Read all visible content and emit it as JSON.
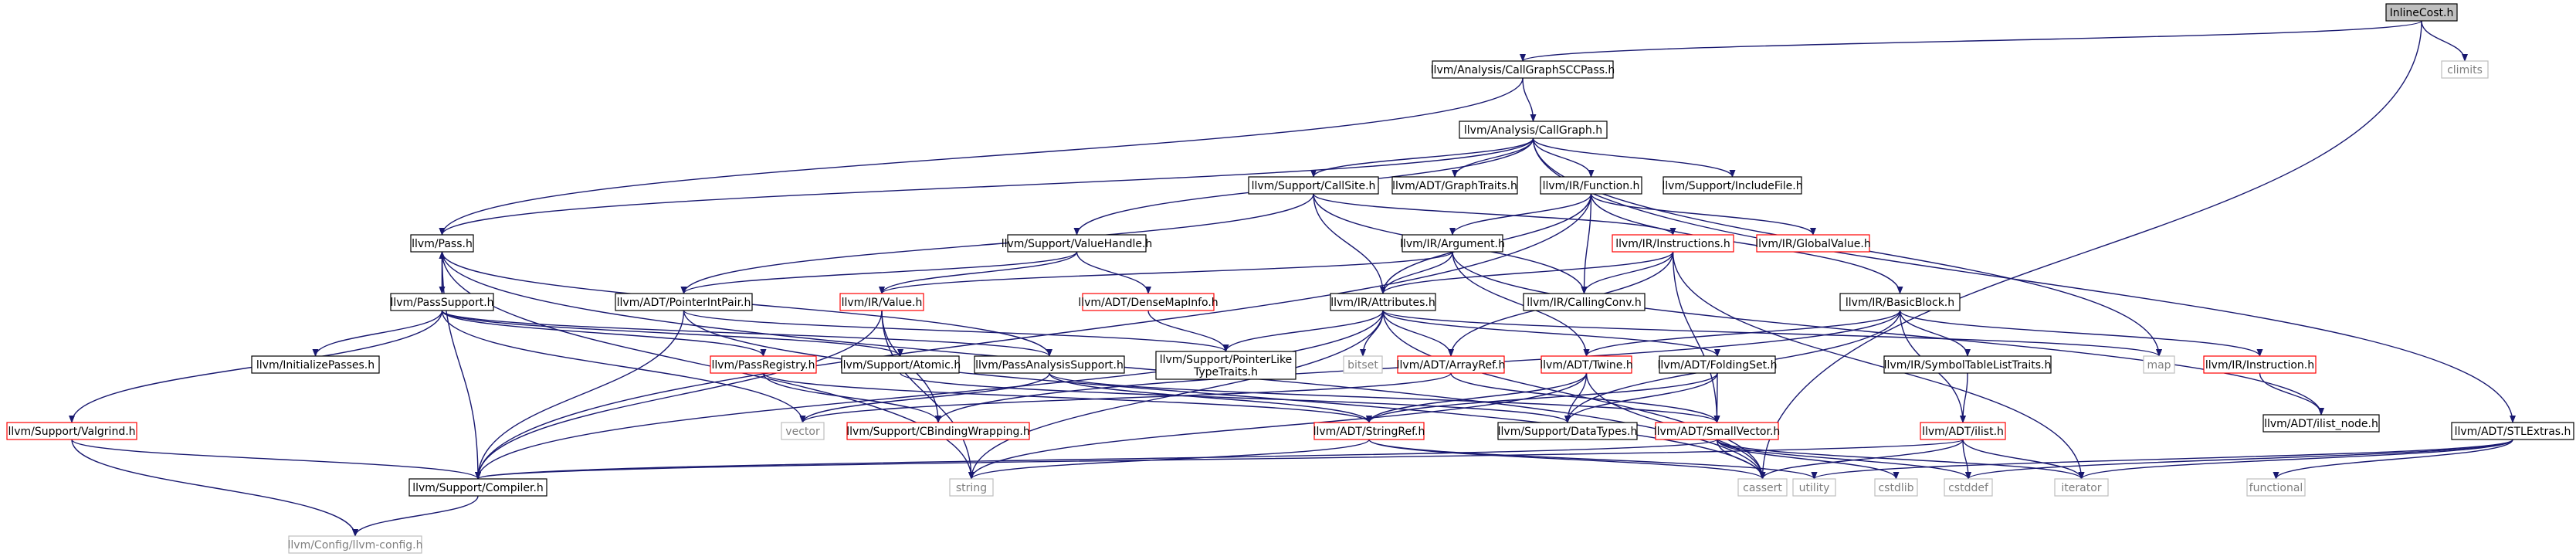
{
  "diagram": {
    "nodes": [
      {
        "id": "InlineCost",
        "label": "InlineCost.h",
        "style": "root"
      },
      {
        "id": "CGSCC",
        "label": "llvm/Analysis/CallGraphSCCPass.h",
        "style": "normal"
      },
      {
        "id": "climits",
        "label": "climits",
        "style": "gray"
      },
      {
        "id": "CallGraph",
        "label": "llvm/Analysis/CallGraph.h",
        "style": "normal"
      },
      {
        "id": "CallSite",
        "label": "llvm/Support/CallSite.h",
        "style": "normal"
      },
      {
        "id": "GraphTraits",
        "label": "llvm/ADT/GraphTraits.h",
        "style": "normal"
      },
      {
        "id": "Function",
        "label": "llvm/IR/Function.h",
        "style": "normal"
      },
      {
        "id": "IncludeFile",
        "label": "llvm/Support/IncludeFile.h",
        "style": "normal"
      },
      {
        "id": "Pass",
        "label": "llvm/Pass.h",
        "style": "normal"
      },
      {
        "id": "ValueHandle",
        "label": "llvm/Support/ValueHandle.h",
        "style": "normal"
      },
      {
        "id": "Argument",
        "label": "llvm/IR/Argument.h",
        "style": "normal"
      },
      {
        "id": "Instructions",
        "label": "llvm/IR/Instructions.h",
        "style": "red"
      },
      {
        "id": "GlobalValue",
        "label": "llvm/IR/GlobalValue.h",
        "style": "red"
      },
      {
        "id": "PassSupport",
        "label": "llvm/PassSupport.h",
        "style": "normal"
      },
      {
        "id": "PointerIntPair",
        "label": "llvm/ADT/PointerIntPair.h",
        "style": "normal"
      },
      {
        "id": "Value",
        "label": "llvm/IR/Value.h",
        "style": "red"
      },
      {
        "id": "DenseMapInfo",
        "label": "llvm/ADT/DenseMapInfo.h",
        "style": "red"
      },
      {
        "id": "Attributes",
        "label": "llvm/IR/Attributes.h",
        "style": "normal"
      },
      {
        "id": "CallingConv",
        "label": "llvm/IR/CallingConv.h",
        "style": "normal"
      },
      {
        "id": "BasicBlock",
        "label": "llvm/IR/BasicBlock.h",
        "style": "normal"
      },
      {
        "id": "InitializePasses",
        "label": "llvm/InitializePasses.h",
        "style": "normal"
      },
      {
        "id": "PassRegistry",
        "label": "llvm/PassRegistry.h",
        "style": "red"
      },
      {
        "id": "Atomic",
        "label": "llvm/Support/Atomic.h",
        "style": "normal"
      },
      {
        "id": "PassAnalysisSupport",
        "label": "llvm/PassAnalysisSupport.h",
        "style": "normal"
      },
      {
        "id": "PointerLikeTypeTraits",
        "label": [
          "llvm/Support/PointerLike",
          "TypeTraits.h"
        ],
        "style": "normal"
      },
      {
        "id": "bitset",
        "label": "bitset",
        "style": "gray"
      },
      {
        "id": "ArrayRef",
        "label": "llvm/ADT/ArrayRef.h",
        "style": "red"
      },
      {
        "id": "Twine",
        "label": "llvm/ADT/Twine.h",
        "style": "red"
      },
      {
        "id": "FoldingSet",
        "label": "llvm/ADT/FoldingSet.h",
        "style": "normal"
      },
      {
        "id": "SymbolTableListTraits",
        "label": "llvm/IR/SymbolTableListTraits.h",
        "style": "normal"
      },
      {
        "id": "map",
        "label": "map",
        "style": "gray"
      },
      {
        "id": "Instruction",
        "label": "llvm/IR/Instruction.h",
        "style": "red"
      },
      {
        "id": "ilist_node",
        "label": "llvm/ADT/ilist_node.h",
        "style": "normal"
      },
      {
        "id": "Valgrind",
        "label": "llvm/Support/Valgrind.h",
        "style": "red"
      },
      {
        "id": "vector",
        "label": "vector",
        "style": "gray"
      },
      {
        "id": "CBindingWrapping",
        "label": "llvm/Support/CBindingWrapping.h",
        "style": "red"
      },
      {
        "id": "StringRef",
        "label": "llvm/ADT/StringRef.h",
        "style": "red"
      },
      {
        "id": "DataTypes",
        "label": "llvm/Support/DataTypes.h",
        "style": "normal"
      },
      {
        "id": "SmallVector",
        "label": "llvm/ADT/SmallVector.h",
        "style": "red"
      },
      {
        "id": "ilist",
        "label": "llvm/ADT/ilist.h",
        "style": "red"
      },
      {
        "id": "STLExtras",
        "label": "llvm/ADT/STLExtras.h",
        "style": "normal"
      },
      {
        "id": "Compiler",
        "label": "llvm/Support/Compiler.h",
        "style": "normal"
      },
      {
        "id": "string",
        "label": "string",
        "style": "gray"
      },
      {
        "id": "cassert",
        "label": "cassert",
        "style": "gray"
      },
      {
        "id": "utility",
        "label": "utility",
        "style": "gray"
      },
      {
        "id": "cstdlib",
        "label": "cstdlib",
        "style": "gray"
      },
      {
        "id": "cstddef",
        "label": "cstddef",
        "style": "gray"
      },
      {
        "id": "iterator",
        "label": "iterator",
        "style": "gray"
      },
      {
        "id": "functional",
        "label": "functional",
        "style": "gray"
      },
      {
        "id": "llvmconfig",
        "label": "llvm/Config/llvm-config.h",
        "style": "gray"
      }
    ],
    "edges": [
      [
        "InlineCost",
        "CGSCC"
      ],
      [
        "InlineCost",
        "climits"
      ],
      [
        "InlineCost",
        "cassert"
      ],
      [
        "CGSCC",
        "CallGraph"
      ],
      [
        "CGSCC",
        "Pass"
      ],
      [
        "CallGraph",
        "CallSite"
      ],
      [
        "CallGraph",
        "GraphTraits"
      ],
      [
        "CallGraph",
        "Function"
      ],
      [
        "CallGraph",
        "IncludeFile"
      ],
      [
        "CallGraph",
        "Pass"
      ],
      [
        "CallGraph",
        "ValueHandle"
      ],
      [
        "CallGraph",
        "map"
      ],
      [
        "CallGraph",
        "STLExtras"
      ],
      [
        "CallSite",
        "Attributes"
      ],
      [
        "CallSite",
        "CallingConv"
      ],
      [
        "CallSite",
        "Instructions"
      ],
      [
        "CallSite",
        "PointerIntPair"
      ],
      [
        "Function",
        "Argument"
      ],
      [
        "Function",
        "Attributes"
      ],
      [
        "Function",
        "BasicBlock"
      ],
      [
        "Function",
        "CallingConv"
      ],
      [
        "Function",
        "GlobalValue"
      ],
      [
        "Function",
        "Compiler"
      ],
      [
        "Pass",
        "PassSupport"
      ],
      [
        "Pass",
        "Compiler"
      ],
      [
        "Pass",
        "string"
      ],
      [
        "Pass",
        "cassert"
      ],
      [
        "PassSupport",
        "Pass"
      ],
      [
        "PassSupport",
        "InitializePasses"
      ],
      [
        "PassSupport",
        "PassRegistry"
      ],
      [
        "PassSupport",
        "Atomic"
      ],
      [
        "PassSupport",
        "PassAnalysisSupport"
      ],
      [
        "PassSupport",
        "Valgrind"
      ],
      [
        "PassSupport",
        "vector"
      ],
      [
        "PassAnalysisSupport",
        "Pass"
      ],
      [
        "PassAnalysisSupport",
        "StringRef"
      ],
      [
        "PassAnalysisSupport",
        "SmallVector"
      ],
      [
        "PassAnalysisSupport",
        "vector"
      ],
      [
        "PassRegistry",
        "CBindingWrapping"
      ],
      [
        "PassRegistry",
        "StringRef"
      ],
      [
        "Atomic",
        "DataTypes"
      ],
      [
        "ValueHandle",
        "DenseMapInfo"
      ],
      [
        "ValueHandle",
        "PointerIntPair"
      ],
      [
        "ValueHandle",
        "Value"
      ],
      [
        "DenseMapInfo",
        "PointerLikeTypeTraits"
      ],
      [
        "PointerIntPair",
        "PointerLikeTypeTraits"
      ],
      [
        "PointerIntPair",
        "Compiler"
      ],
      [
        "PointerIntPair",
        "cassert"
      ],
      [
        "Argument",
        "Attributes"
      ],
      [
        "Argument",
        "Value"
      ],
      [
        "Argument",
        "Twine"
      ],
      [
        "Argument",
        "ilist_node"
      ],
      [
        "Instructions",
        "Attributes"
      ],
      [
        "Instructions",
        "CallingConv"
      ],
      [
        "Instructions",
        "ArrayRef"
      ],
      [
        "Instructions",
        "SmallVector"
      ],
      [
        "Instructions",
        "iterator"
      ],
      [
        "Value",
        "Compiler"
      ],
      [
        "Value",
        "CBindingWrapping"
      ],
      [
        "Value",
        "string"
      ],
      [
        "Attributes",
        "ArrayRef"
      ],
      [
        "Attributes",
        "FoldingSet"
      ],
      [
        "Attributes",
        "PointerLikeTypeTraits"
      ],
      [
        "Attributes",
        "bitset"
      ],
      [
        "Attributes",
        "map"
      ],
      [
        "Attributes",
        "cassert"
      ],
      [
        "Attributes",
        "string"
      ],
      [
        "Attributes",
        "Compiler"
      ],
      [
        "BasicBlock",
        "Instruction"
      ],
      [
        "BasicBlock",
        "SymbolTableListTraits"
      ],
      [
        "BasicBlock",
        "ilist"
      ],
      [
        "BasicBlock",
        "Twine"
      ],
      [
        "BasicBlock",
        "DataTypes"
      ],
      [
        "BasicBlock",
        "CBindingWrapping"
      ],
      [
        "Instruction",
        "ilist_node"
      ],
      [
        "SymbolTableListTraits",
        "ilist"
      ],
      [
        "ArrayRef",
        "SmallVector"
      ],
      [
        "ArrayRef",
        "vector"
      ],
      [
        "Twine",
        "StringRef"
      ],
      [
        "Twine",
        "DataTypes"
      ],
      [
        "Twine",
        "cassert"
      ],
      [
        "Twine",
        "string"
      ],
      [
        "FoldingSet",
        "SmallVector"
      ],
      [
        "FoldingSet",
        "StringRef"
      ],
      [
        "FoldingSet",
        "DataTypes"
      ],
      [
        "StringRef",
        "cassert"
      ],
      [
        "StringRef",
        "string"
      ],
      [
        "StringRef",
        "utility"
      ],
      [
        "SmallVector",
        "Compiler"
      ],
      [
        "SmallVector",
        "cassert"
      ],
      [
        "SmallVector",
        "cstddef"
      ],
      [
        "SmallVector",
        "cstdlib"
      ],
      [
        "SmallVector",
        "iterator"
      ],
      [
        "ilist",
        "Compiler"
      ],
      [
        "ilist",
        "cassert"
      ],
      [
        "ilist",
        "cstddef"
      ],
      [
        "ilist",
        "iterator"
      ],
      [
        "STLExtras",
        "cstddef"
      ],
      [
        "STLExtras",
        "functional"
      ],
      [
        "STLExtras",
        "iterator"
      ],
      [
        "STLExtras",
        "utility"
      ],
      [
        "Valgrind",
        "Compiler"
      ],
      [
        "Valgrind",
        "llvmconfig"
      ],
      [
        "Compiler",
        "llvmconfig"
      ]
    ]
  },
  "colors": {
    "node_border": "#000000",
    "red_border": "#ff0000",
    "gray_border": "#bfbfbf",
    "root_fill": "#bfbfbf",
    "node_fill": "#ffffff",
    "edge": "#191970",
    "gray_text": "#7f7f7f"
  }
}
